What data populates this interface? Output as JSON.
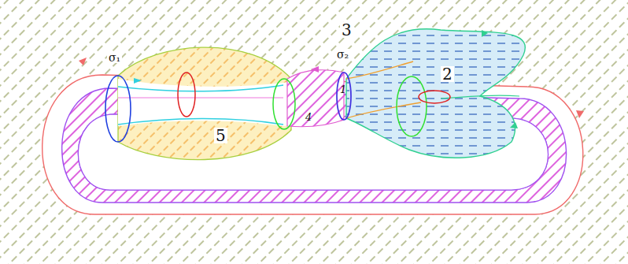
{
  "diagram": {
    "labels": [
      "3",
      "σ₁",
      "σ₂",
      "1",
      "2",
      "4",
      "5"
    ]
  }
}
